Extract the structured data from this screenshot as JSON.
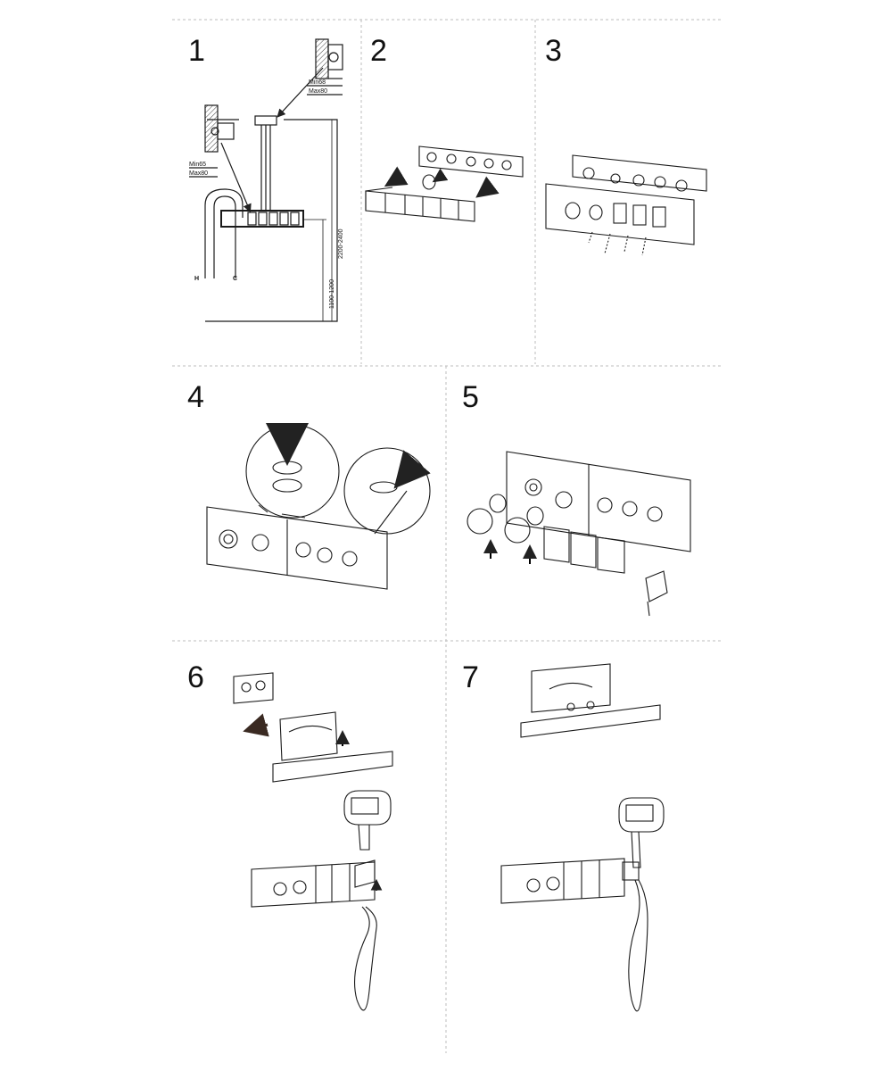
{
  "steps": [
    {
      "number": "1"
    },
    {
      "number": "2"
    },
    {
      "number": "3"
    },
    {
      "number": "4"
    },
    {
      "number": "5"
    },
    {
      "number": "6"
    },
    {
      "number": "7"
    }
  ],
  "step1_labels": {
    "min_top": "Min68",
    "max_top": "Max80",
    "min_side": "Min65",
    "max_side": "Max80",
    "height_total": "2200-2400",
    "height_valve": "1100-1200",
    "hot": "H",
    "cold": "C"
  },
  "colors": {
    "line": "#1a1a1a",
    "divider": "#bdbdbd",
    "arrow": "#3a2a22"
  }
}
